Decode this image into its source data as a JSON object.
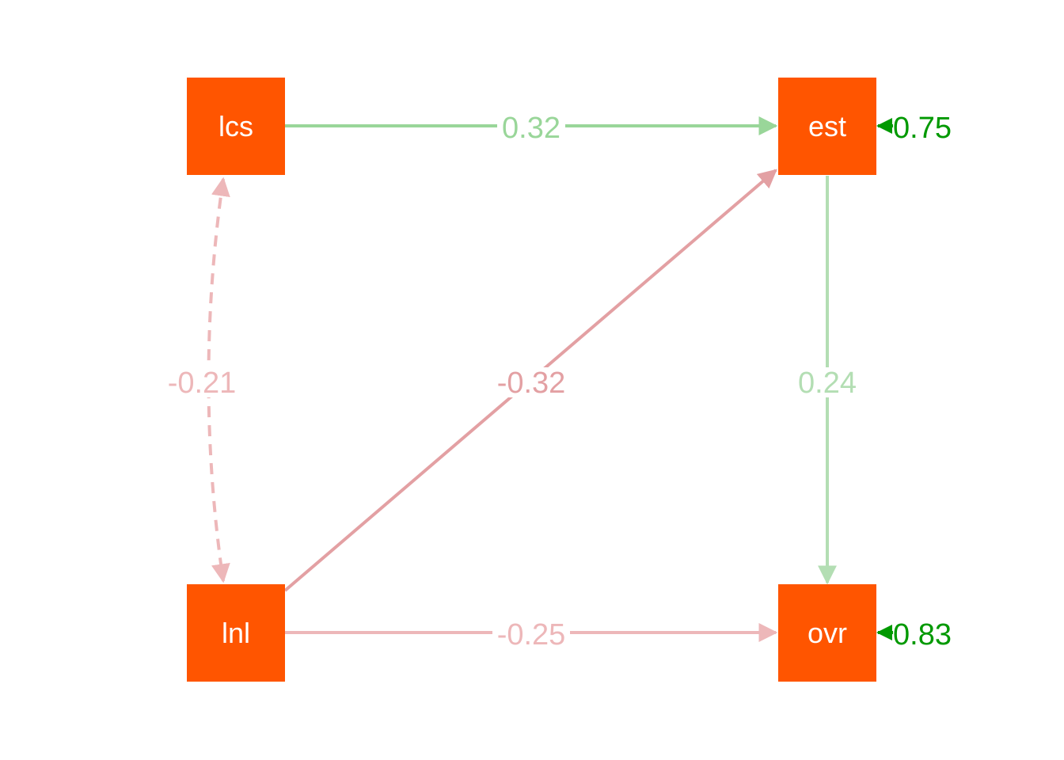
{
  "diagram": {
    "colors": {
      "node_fill": "#FF5500",
      "node_text": "#FFFFFF",
      "positive_strong": "#99D699",
      "positive_weak": "#B3DEB3",
      "negative_strong": "#E3A0A3",
      "negative_weak": "#EDB7B9",
      "residual": "#009900",
      "background": "#FFFFFF"
    },
    "nodes": {
      "lcs": {
        "label": "lcs"
      },
      "est": {
        "label": "est"
      },
      "lnl": {
        "label": "lnl"
      },
      "ovr": {
        "label": "ovr"
      }
    },
    "edges": [
      {
        "id": "lcs-est",
        "from": "lcs",
        "to": "est",
        "label": "0.32",
        "sign": "positive",
        "style": "solid"
      },
      {
        "id": "lnl-est",
        "from": "lnl",
        "to": "est",
        "label": "-0.32",
        "sign": "negative",
        "style": "solid"
      },
      {
        "id": "est-ovr",
        "from": "est",
        "to": "ovr",
        "label": "0.24",
        "sign": "positive",
        "style": "solid"
      },
      {
        "id": "lnl-ovr",
        "from": "lnl",
        "to": "ovr",
        "label": "-0.25",
        "sign": "negative",
        "style": "solid"
      },
      {
        "id": "lcs-lnl",
        "from": "lcs",
        "to": "lnl",
        "label": "-0.21",
        "sign": "negative",
        "style": "dashed",
        "bidirectional": true
      }
    ],
    "residuals": {
      "est": {
        "label": "0.75"
      },
      "ovr": {
        "label": "0.83"
      }
    }
  }
}
